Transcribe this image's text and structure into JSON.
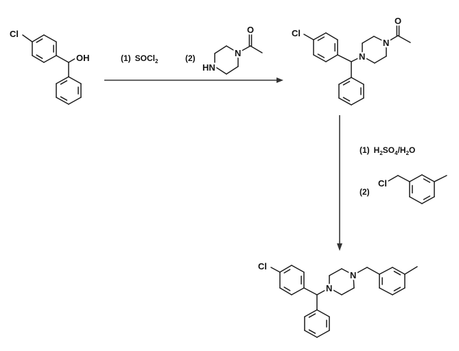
{
  "scheme": {
    "starting_material": {
      "labels": {
        "cl": "Cl",
        "oh": "OH"
      }
    },
    "step1": {
      "r1_num": "(1)",
      "r1_text": "SOCl",
      "r1_sub": "2",
      "r2_num": "(2)",
      "reagent2_labels": {
        "hn": "HN",
        "n": "N",
        "o": "O"
      }
    },
    "intermediate": {
      "labels": {
        "cl": "Cl",
        "n1": "N",
        "n4": "N",
        "o": "O"
      }
    },
    "step2": {
      "r1_num": "(1)",
      "r1_parts": [
        "H",
        "2",
        "SO",
        "4",
        "/H",
        "2",
        "O"
      ],
      "r2_num": "(2)",
      "reagent2_labels": {
        "cl": "Cl"
      }
    },
    "product": {
      "labels": {
        "cl": "Cl",
        "n1": "N",
        "n4": "N"
      }
    },
    "colors": {
      "ink": "#111111",
      "arrow": "#333333"
    }
  }
}
